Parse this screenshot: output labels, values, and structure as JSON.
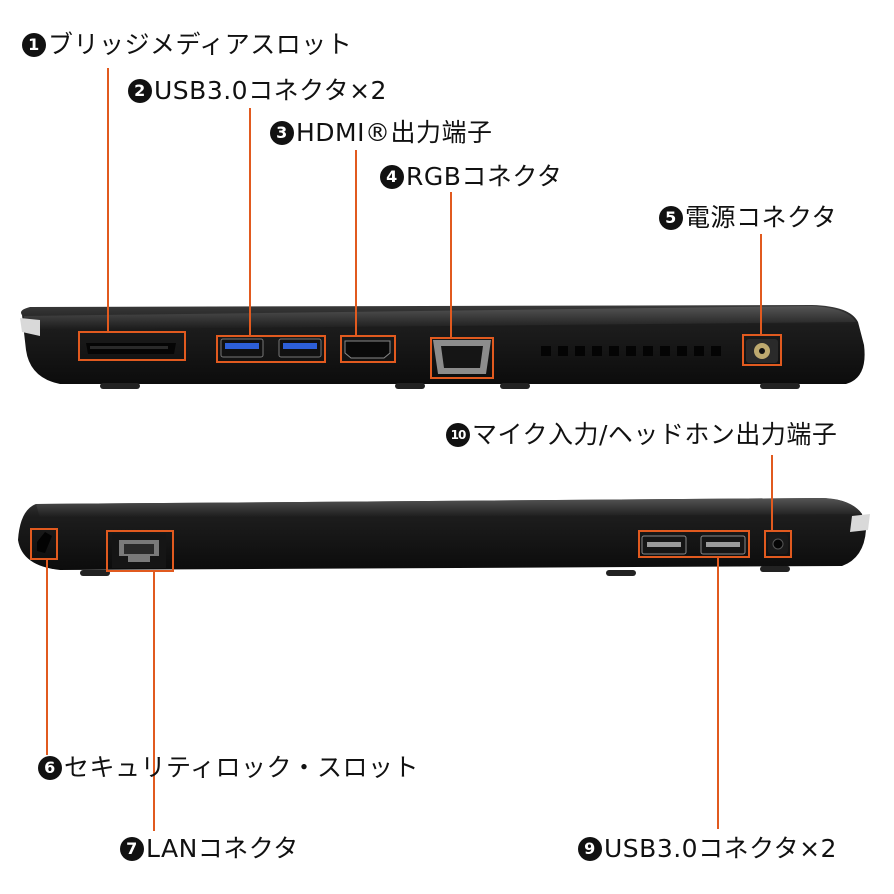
{
  "accent_color": "#e15a1f",
  "callouts": [
    {
      "num": "1",
      "text": "ブリッジメディアスロット",
      "icon": "bridge-media-slot"
    },
    {
      "num": "2",
      "text": "USB3.0コネクタ×2",
      "icon": "usb-port"
    },
    {
      "num": "3",
      "text": "HDMI®出力端子",
      "icon": "hdmi-port"
    },
    {
      "num": "4",
      "text": "RGBコネクタ",
      "icon": "vga-port"
    },
    {
      "num": "5",
      "text": "電源コネクタ",
      "icon": "dc-power-jack"
    },
    {
      "num": "10",
      "text": "マイク入力/ヘッドホン出力端子",
      "icon": "audio-jack"
    },
    {
      "num": "6",
      "text": "セキュリティロック・スロット",
      "icon": "security-lock-slot"
    },
    {
      "num": "7",
      "text": "LANコネクタ",
      "icon": "ethernet-port"
    },
    {
      "num": "9",
      "text": "USB3.0コネクタ×2",
      "icon": "usb-port"
    }
  ]
}
